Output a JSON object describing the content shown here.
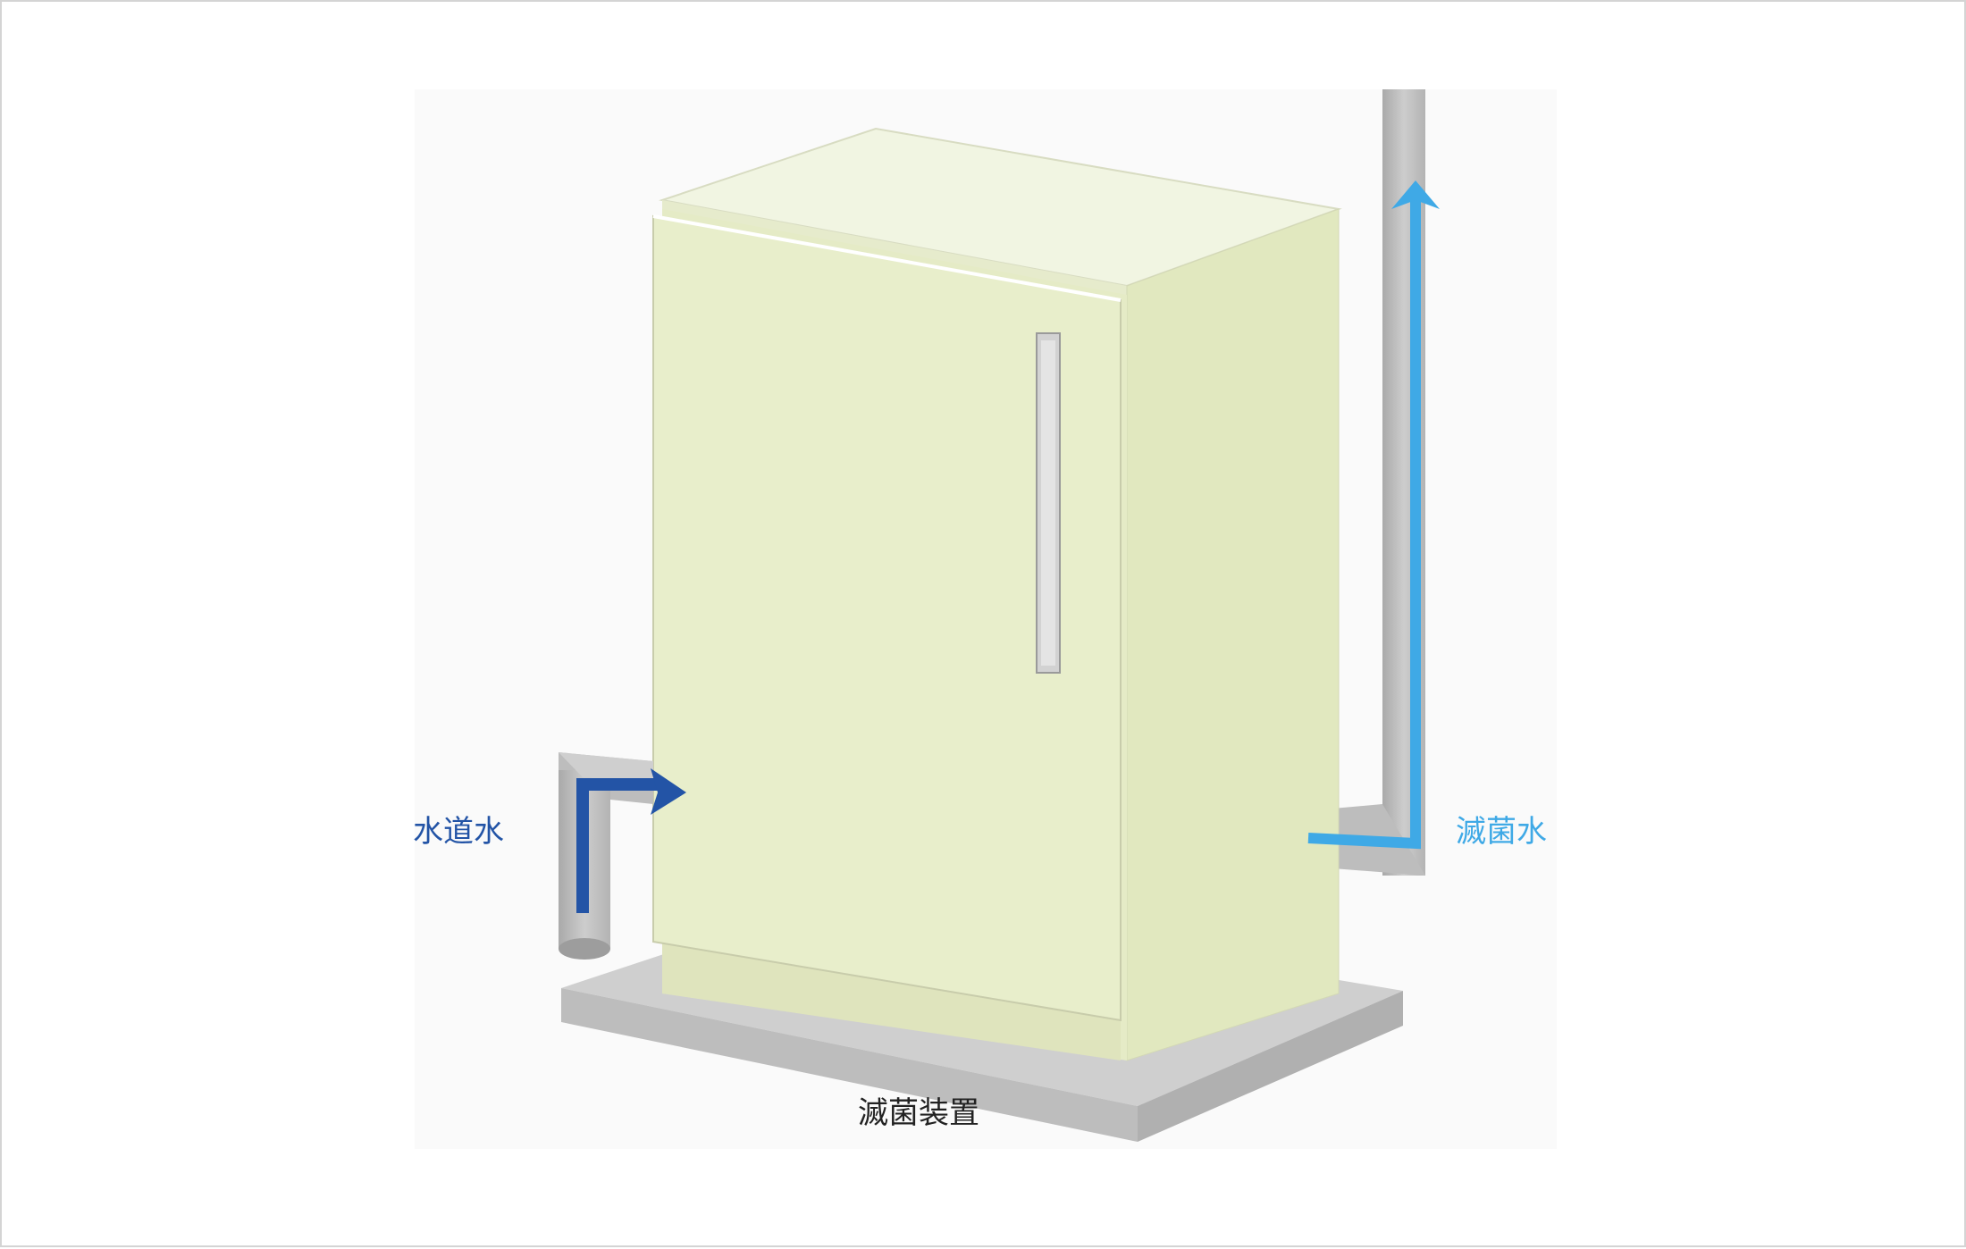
{
  "labels": {
    "inlet": "水道水",
    "outlet": "滅菌水",
    "device": "滅菌装置"
  },
  "icons": {
    "inlet_arrow": "arrow-right-icon",
    "outlet_arrow": "arrow-up-icon"
  },
  "colors": {
    "inlet": "#2354a6",
    "outlet": "#3fa9e6",
    "cabinet_front": "#e8eecb",
    "cabinet_side": "#e1e8bf",
    "cabinet_top": "#f1f5e2",
    "pipe": "#bdbdbd",
    "base": "#c4c4c4",
    "scene_bg": "#fafafa"
  }
}
